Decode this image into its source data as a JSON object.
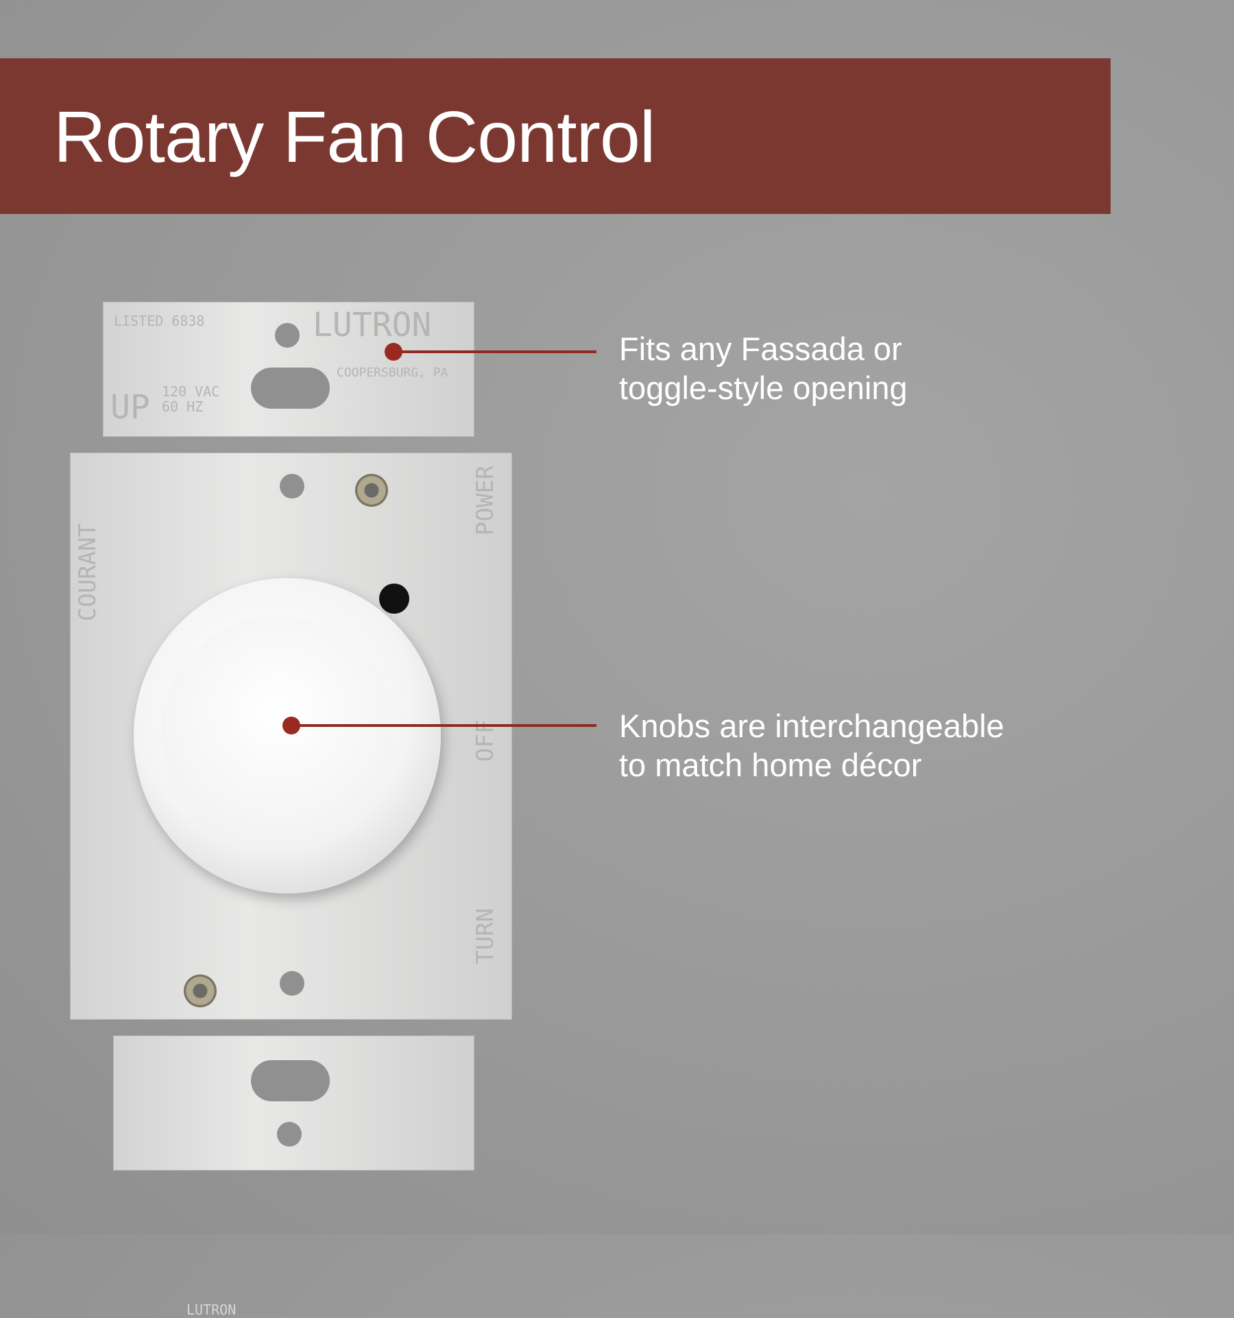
{
  "banner": {
    "title": "Rotary Fan Control",
    "color": "#7b3830"
  },
  "callouts": [
    {
      "line1": "Fits any Fassada or",
      "line2": "toggle-style opening"
    },
    {
      "line1": "Knobs are interchangeable",
      "line2": "to match home décor"
    }
  ],
  "accent_color": "#9a2a20",
  "product": {
    "stamps": {
      "listed": "LISTED 6838",
      "brand": "LUTRON",
      "city": "COOPERSBURG, PA",
      "voltage": "120 VAC",
      "frequency": "60 HZ",
      "up": "UP",
      "power": "POWER",
      "off": "OFF",
      "turn": "TURN",
      "courant": "COURANT",
      "knob_logo": "LUTRON"
    }
  }
}
